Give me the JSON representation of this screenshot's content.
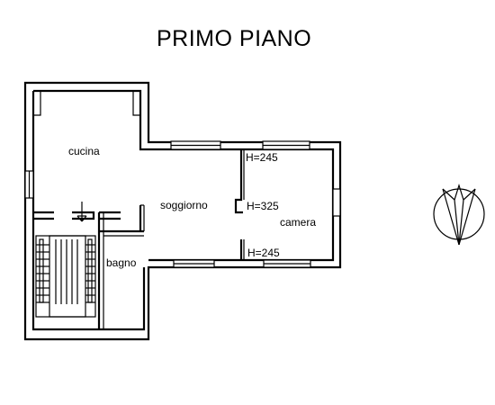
{
  "title": "PRIMO PIANO",
  "rooms": {
    "cucina": "cucina",
    "soggiorno": "soggiorno",
    "bagno": "bagno",
    "camera": "camera"
  },
  "heights": {
    "top": "H=245",
    "middle": "H=325",
    "bottom": "H=245"
  },
  "colors": {
    "line": "#000000",
    "background": "#ffffff"
  },
  "icons": [
    "compass-north-arrow-icon"
  ]
}
